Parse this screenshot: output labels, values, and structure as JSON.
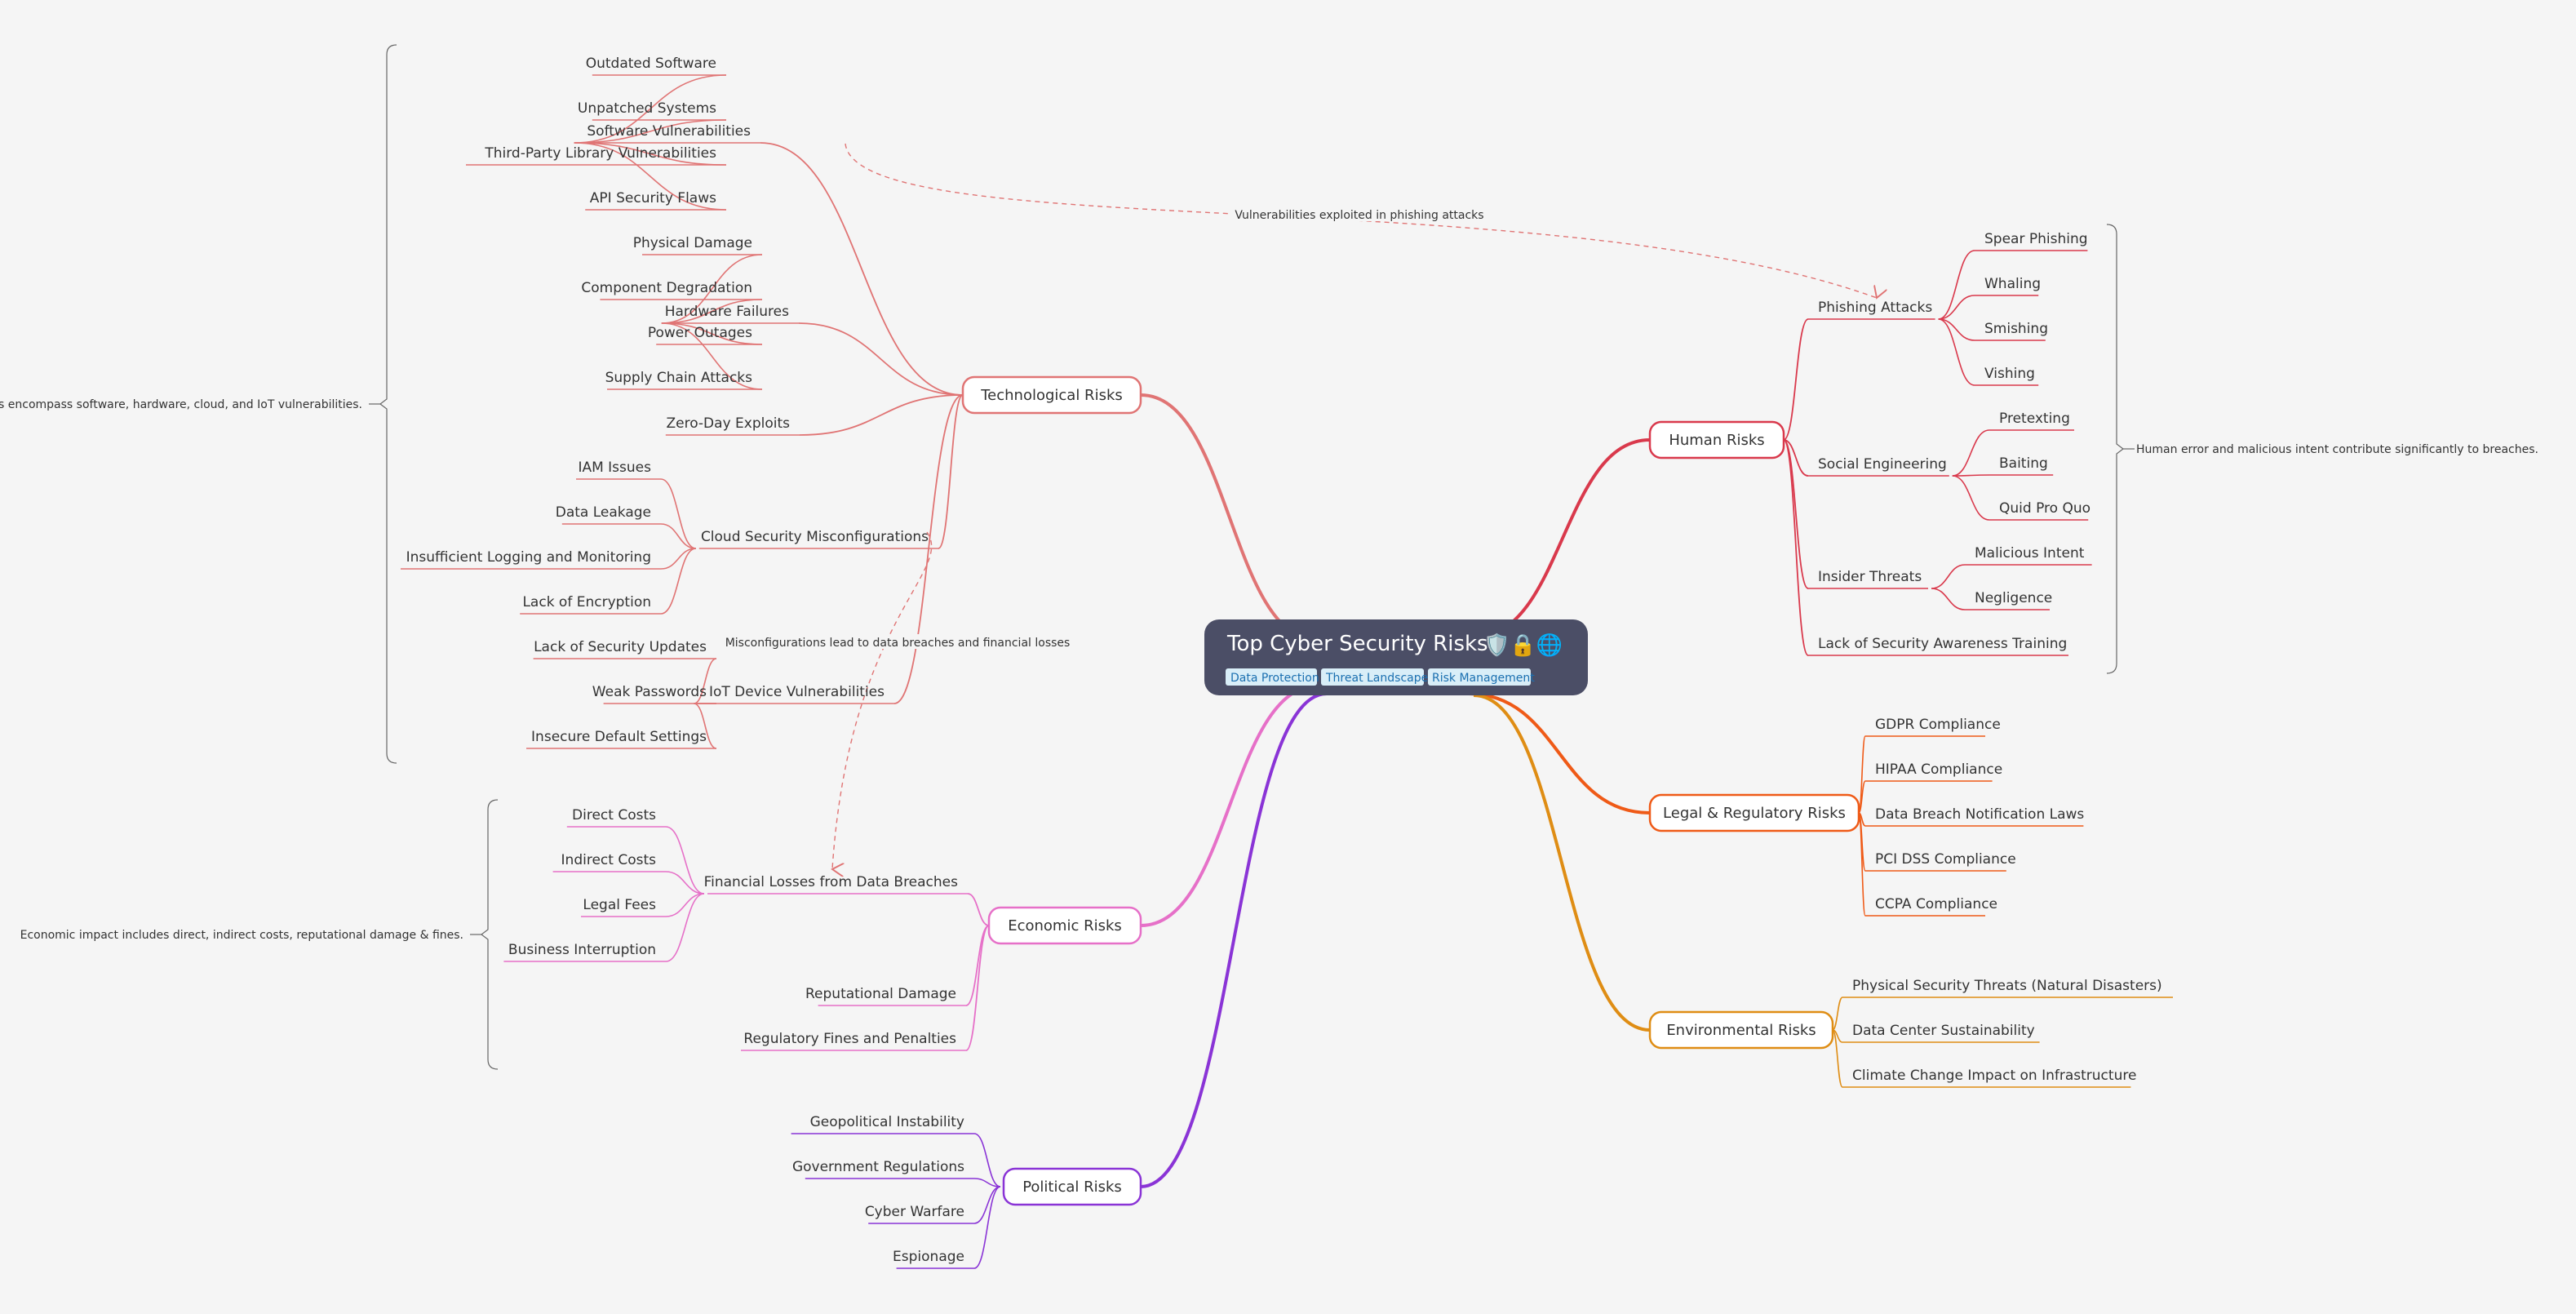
{
  "root": {
    "title": "Top Cyber Security Risks",
    "emoji": "🛡️🔒🌐",
    "tags": [
      "Data Protection",
      "Threat Landscape",
      "Risk Management"
    ]
  },
  "colors": {
    "background": "#f5f5f5",
    "root_fill": "#4b4e66",
    "tag_fill": "#d9eef8",
    "technological": "#e07474",
    "human": "#d9394c",
    "economic": "#e670c8",
    "political": "#8a34d6",
    "legal": "#ef5a17",
    "environmental": "#df8d14"
  },
  "branches": {
    "technological": {
      "label": "Technological Risks",
      "sub": {
        "software": {
          "label": "Software Vulnerabilities",
          "leaves": [
            "Outdated Software",
            "Unpatched Systems",
            "Third-Party Library Vulnerabilities",
            "API Security Flaws"
          ]
        },
        "hardware": {
          "label": "Hardware Failures",
          "leaves": [
            "Physical Damage",
            "Component Degradation",
            "Power Outages",
            "Supply Chain Attacks"
          ]
        },
        "zeroday": {
          "label": "Zero-Day Exploits"
        },
        "cloud": {
          "label": "Cloud Security Misconfigurations",
          "leaves": [
            "IAM Issues",
            "Data Leakage",
            "Insufficient Logging and Monitoring",
            "Lack of Encryption"
          ]
        },
        "iot": {
          "label": "IoT Device Vulnerabilities",
          "leaves": [
            "Lack of Security Updates",
            "Weak Passwords",
            "Insecure Default Settings"
          ]
        }
      },
      "summary": "Technological risks encompass software, hardware, cloud, and IoT vulnerabilities."
    },
    "economic": {
      "label": "Economic Risks",
      "sub": {
        "financial": {
          "label": "Financial Losses from Data Breaches",
          "leaves": [
            "Direct Costs",
            "Indirect Costs",
            "Legal Fees",
            "Business Interruption"
          ]
        },
        "reputational": {
          "label": "Reputational Damage"
        },
        "fines": {
          "label": "Regulatory Fines and Penalties"
        }
      },
      "summary": "Economic impact includes direct, indirect costs, reputational damage & fines."
    },
    "political": {
      "label": "Political Risks",
      "leaves": [
        "Geopolitical Instability",
        "Government Regulations",
        "Cyber Warfare",
        "Espionage"
      ]
    },
    "human": {
      "label": "Human Risks",
      "sub": {
        "phishing": {
          "label": "Phishing Attacks",
          "leaves": [
            "Spear Phishing",
            "Whaling",
            "Smishing",
            "Vishing"
          ]
        },
        "social": {
          "label": "Social Engineering",
          "leaves": [
            "Pretexting",
            "Baiting",
            "Quid Pro Quo"
          ]
        },
        "insider": {
          "label": "Insider Threats",
          "leaves": [
            "Malicious Intent",
            "Negligence"
          ]
        },
        "training": {
          "label": "Lack of Security Awareness Training"
        }
      },
      "summary": "Human error and malicious intent contribute significantly to breaches."
    },
    "legal": {
      "label": "Legal & Regulatory Risks",
      "leaves": [
        "GDPR Compliance",
        "HIPAA Compliance",
        "Data Breach Notification Laws",
        "PCI DSS Compliance",
        "CCPA Compliance"
      ]
    },
    "environmental": {
      "label": "Environmental Risks",
      "leaves": [
        "Physical Security Threats (Natural Disasters)",
        "Data Center Sustainability",
        "Climate Change Impact on Infrastructure"
      ]
    }
  },
  "relationships": {
    "phishing_link": "Vulnerabilities exploited in phishing attacks",
    "breach_link": "Misconfigurations lead to data breaches and financial losses"
  }
}
